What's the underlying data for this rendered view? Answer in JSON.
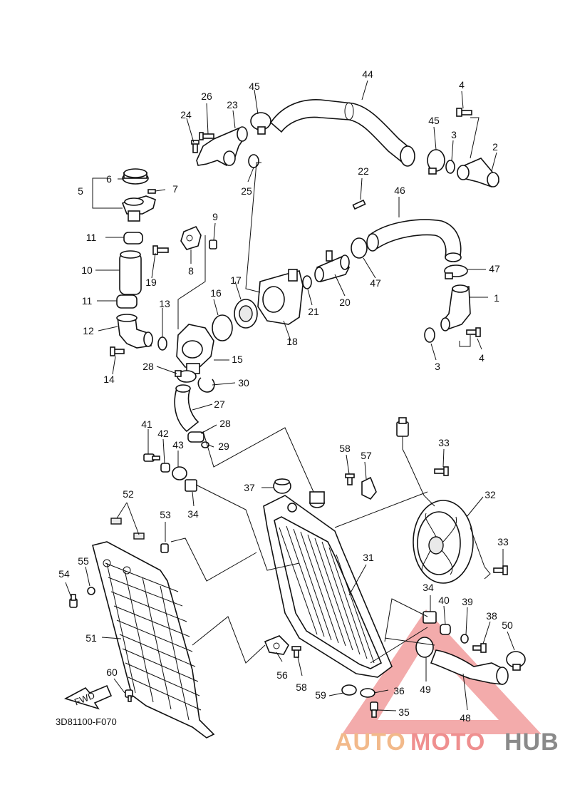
{
  "diagram": {
    "code": "3D81100-F070",
    "fwd_label": "FWD",
    "labels": [
      "1",
      "2",
      "3",
      "3",
      "4",
      "4",
      "5",
      "6",
      "7",
      "8",
      "9",
      "10",
      "11",
      "11",
      "12",
      "13",
      "14",
      "15",
      "16",
      "17",
      "18",
      "19",
      "20",
      "21",
      "22",
      "23",
      "24",
      "25",
      "26",
      "27",
      "28",
      "28",
      "29",
      "30",
      "31",
      "32",
      "33",
      "33",
      "34",
      "34",
      "35",
      "36",
      "37",
      "38",
      "39",
      "40",
      "41",
      "42",
      "43",
      "44",
      "45",
      "45",
      "46",
      "47",
      "47",
      "48",
      "49",
      "50",
      "51",
      "52",
      "53",
      "54",
      "55",
      "56",
      "57",
      "58",
      "58",
      "59",
      "60"
    ]
  },
  "watermark": {
    "part1": "AUTO",
    "part2": "MOTO",
    "part3": "HUB",
    "triangle_color": "#ef8f8f"
  }
}
